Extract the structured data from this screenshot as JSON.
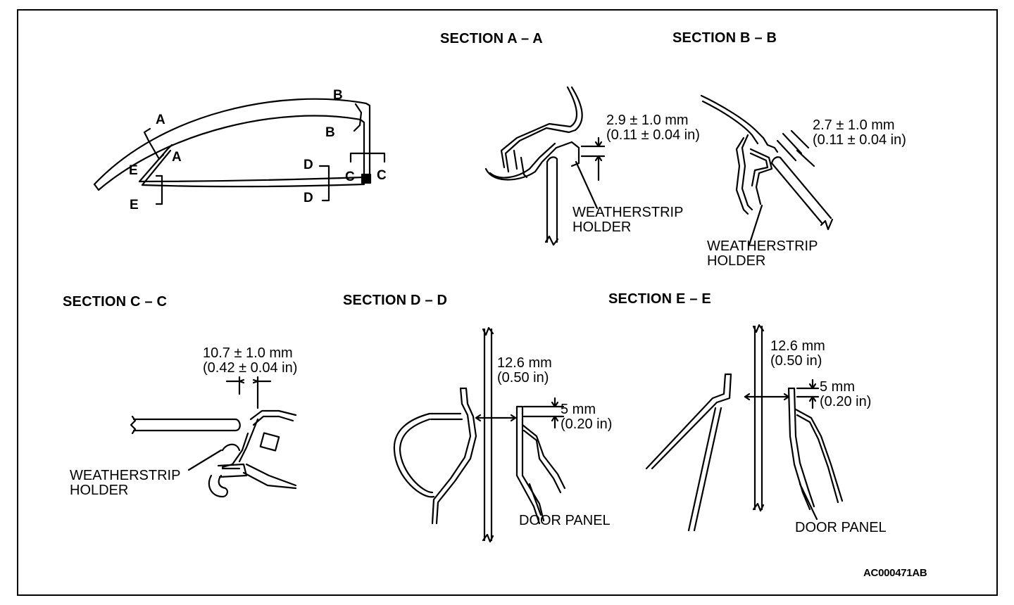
{
  "sections": {
    "a": "SECTION A – A",
    "b": "SECTION B – B",
    "c": "SECTION C – C",
    "d": "SECTION D – D",
    "e": "SECTION E – E"
  },
  "overview_keys": {
    "a_top": "A",
    "a_bottom": "A",
    "b_top": "B",
    "b_bottom": "B",
    "c_left": "C",
    "c_right": "C",
    "d_top": "D",
    "d_bottom": "D",
    "e_top": "E",
    "e_bottom": "E"
  },
  "dimensions": {
    "a_mm": "2.9 ± 1.0 mm",
    "a_in": "(0.11 ± 0.04 in)",
    "b_mm": "2.7 ± 1.0 mm",
    "b_in": "(0.11 ± 0.04 in)",
    "c_mm": "10.7 ± 1.0 mm",
    "c_in": "(0.42 ± 0.04 in)",
    "d_gap_mm": "12.6 mm",
    "d_gap_in": "(0.50 in)",
    "d_step_mm": "5 mm",
    "d_step_in": "(0.20 in)",
    "e_gap_mm": "12.6 mm",
    "e_gap_in": "(0.50 in)",
    "e_step_mm": "5 mm",
    "e_step_in": "(0.20 in)"
  },
  "callouts": {
    "a_line1": "WEATHERSTRIP",
    "a_line2": "HOLDER",
    "b_line1": "WEATHERSTRIP",
    "b_line2": "HOLDER",
    "c_line1": "WEATHERSTRIP",
    "c_line2": "HOLDER",
    "d": "DOOR PANEL",
    "e": "DOOR PANEL"
  },
  "figure_id": "AC000471AB"
}
